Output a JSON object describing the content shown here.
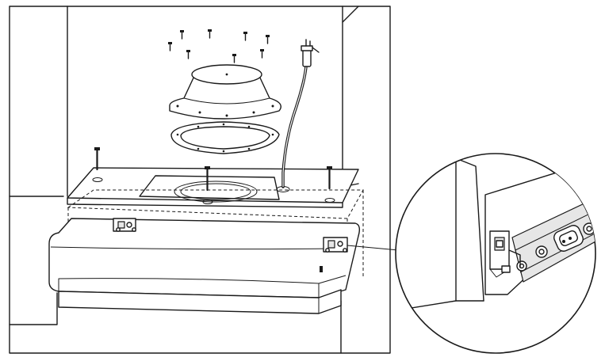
{
  "diagram": {
    "kind": "installation-illustration",
    "labels": [],
    "colors": {
      "line": "#1a1a1a",
      "background": "#ffffff",
      "shade": "#e6e6e6"
    },
    "components": [
      "cabinet-frame",
      "duct-collar",
      "collar-gasket",
      "flange-gasket",
      "mounting-screws",
      "power-cord",
      "range-hood",
      "mounting-bracket",
      "detail-magnifier"
    ]
  }
}
